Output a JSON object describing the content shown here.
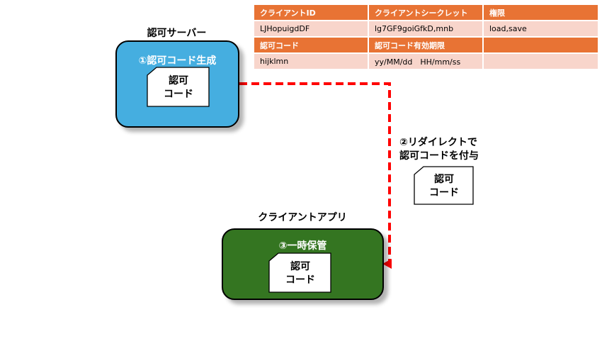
{
  "table": {
    "rows": [
      {
        "kind": "header",
        "cells": [
          "クライアントID",
          "クライアントシークレット",
          "権限"
        ]
      },
      {
        "kind": "body",
        "cells": [
          "LJHopuigdDF",
          "lg7GF9goiGfkD,mnb",
          "load,save"
        ]
      },
      {
        "kind": "header",
        "cells": [
          "認可コード",
          "認可コード有効期限",
          ""
        ]
      },
      {
        "kind": "body",
        "cells": [
          "hijklmn",
          "yy/MM/dd　HH/mm/ss",
          ""
        ]
      }
    ]
  },
  "auth_server": {
    "title": "認可サーバー",
    "step_label": "①認可コード生成",
    "card": {
      "line1": "認可",
      "line2": "コード"
    }
  },
  "redirect": {
    "line1": "②リダイレクトで",
    "line2": "認可コードを付与",
    "card": {
      "line1": "認可",
      "line2": "コード"
    }
  },
  "client_app": {
    "title": "クライアントアプリ",
    "step_label": "③一時保管",
    "card": {
      "line1": "認可",
      "line2": "コード"
    }
  },
  "colors": {
    "table_header": "#E87334",
    "table_body": "#F8D5CB",
    "auth_server_fill": "#45AEE0",
    "client_app_fill": "#347521",
    "arrow": "#FF0000"
  }
}
